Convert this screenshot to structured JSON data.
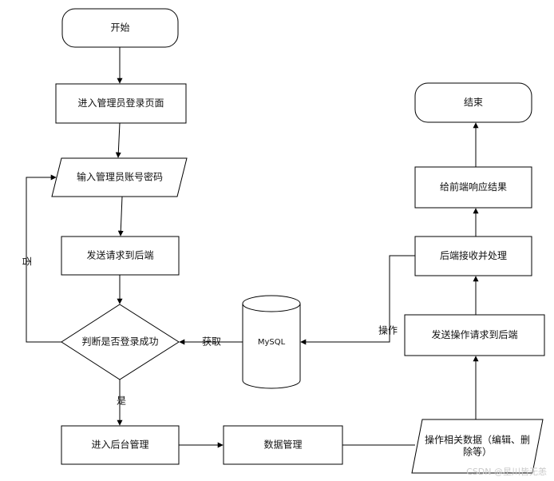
{
  "nodes": {
    "start": "开始",
    "enter_login_page": "进入管理员登录页面",
    "input_credentials": "输入管理员账号密码",
    "send_request": "发送请求到后端",
    "judge_login": "判断是否登录成功",
    "enter_backend": "进入后台管理",
    "data_management": "数据管理",
    "related_data_line1": "操作相关数据（编辑、删",
    "related_data_line2": "除等）",
    "send_operation_request": "发送操作请求到后端",
    "backend_process": "后端接收并处理",
    "respond_frontend": "给前端响应结果",
    "end": "结束",
    "database": "MySQL"
  },
  "edge_labels": {
    "no": "否",
    "yes": "是",
    "fetch": "获取",
    "operate": "操作"
  },
  "watermark": "CSDN @星川皆无恙"
}
